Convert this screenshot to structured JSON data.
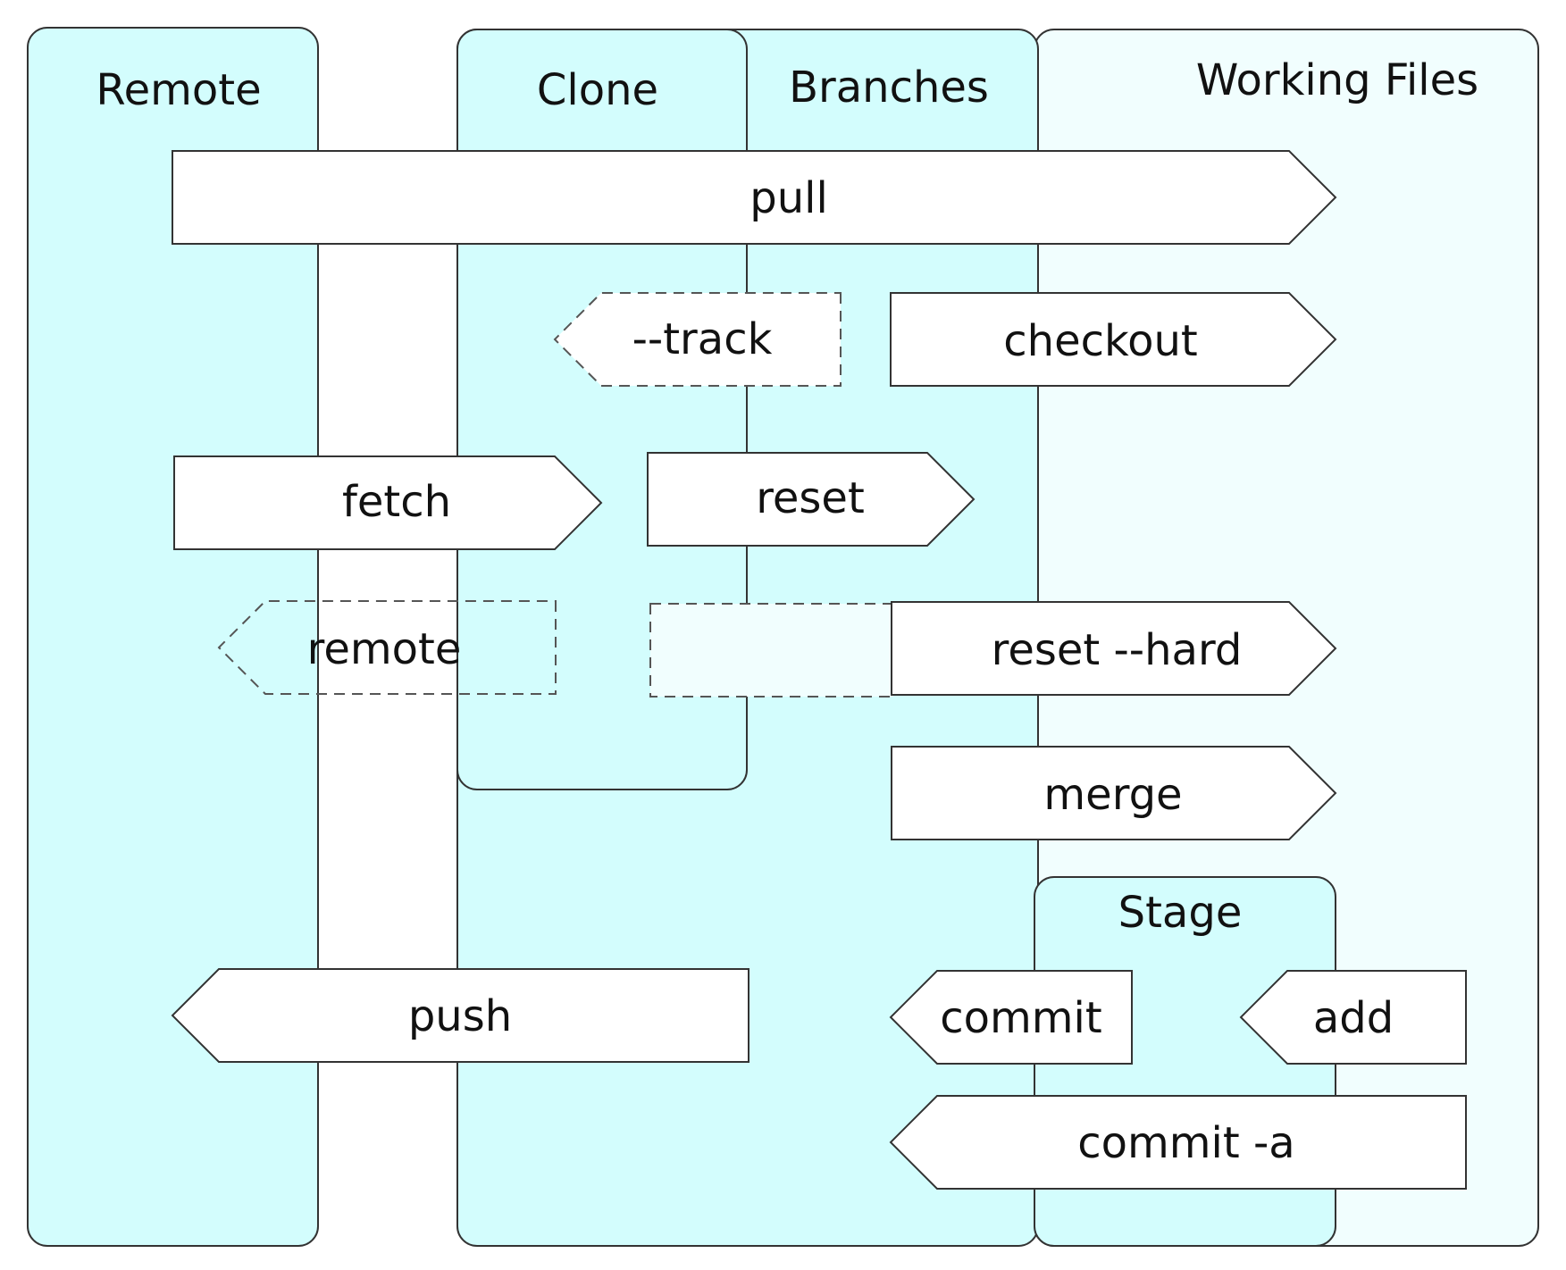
{
  "colors": {
    "background": "#ffffff",
    "zone_fill_strong": "#d3fdfd",
    "zone_fill_light": "#f1fefe",
    "arrow_fill": "#ffffff",
    "stroke": "#333333",
    "dashed_stroke": "#555555",
    "text": "#111111"
  },
  "zones": {
    "remote": "Remote",
    "clone": "Clone",
    "branches": "Branches",
    "working_files": "Working Files",
    "stage": "Stage"
  },
  "commands": {
    "pull": "pull",
    "track": "--track",
    "checkout": "checkout",
    "fetch": "fetch",
    "reset": "reset",
    "remote": "remote",
    "reset_hard": "reset --hard",
    "merge": "merge",
    "push": "push",
    "commit": "commit",
    "add": "add",
    "commit_a": "commit -a"
  }
}
